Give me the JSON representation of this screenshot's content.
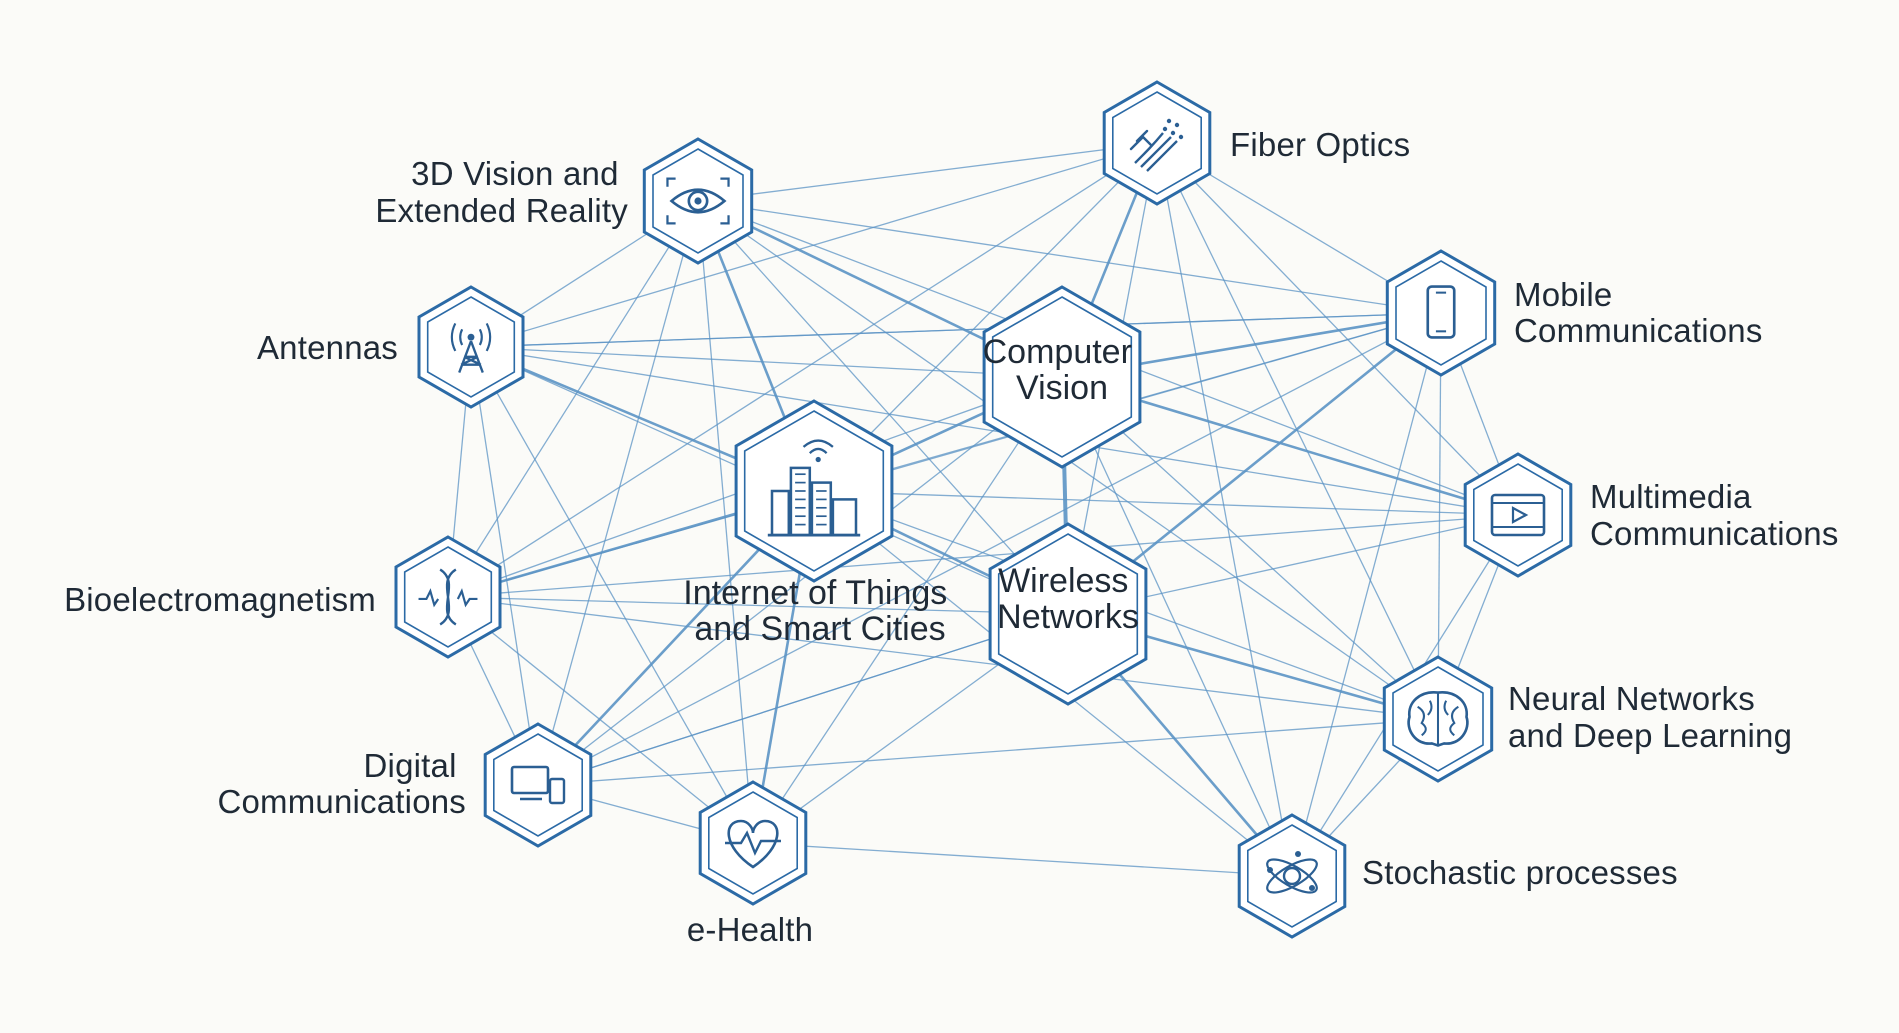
{
  "colors": {
    "background": "#fbfbf8",
    "hex_border": "#2b6aa6",
    "hex_fill": "#ffffff",
    "edge": "#5b93c4",
    "icon": "#2b5f93",
    "text": "#1f2a36"
  },
  "nodes": [
    {
      "id": "fiber",
      "icon": "fiber-optics-icon",
      "lines": [
        "Fiber Optics"
      ]
    },
    {
      "id": "vision3d",
      "icon": "eye-icon",
      "lines": [
        "3D Vision and",
        "Extended Reality"
      ]
    },
    {
      "id": "mobile",
      "icon": "mobile-phone-icon",
      "lines": [
        "Mobile",
        "Communications"
      ]
    },
    {
      "id": "antennas",
      "icon": "antenna-tower-icon",
      "lines": [
        "Antennas"
      ]
    },
    {
      "id": "cv",
      "icon": "",
      "lines": [
        "Computer",
        "Vision"
      ]
    },
    {
      "id": "iot",
      "icon": "smart-city-icon",
      "lines": [
        "Internet of Things",
        "and Smart Cities"
      ]
    },
    {
      "id": "multimedia",
      "icon": "video-player-icon",
      "lines": [
        "Multimedia",
        "Communications"
      ]
    },
    {
      "id": "bioem",
      "icon": "dna-helix-icon",
      "lines": [
        "Bioelectromagnetism"
      ]
    },
    {
      "id": "wireless",
      "icon": "",
      "lines": [
        "Wireless",
        "Networks"
      ]
    },
    {
      "id": "neural",
      "icon": "brain-icon",
      "lines": [
        "Neural Networks",
        "and Deep Learning"
      ]
    },
    {
      "id": "digital",
      "icon": "devices-icon",
      "lines": [
        "Digital",
        "Communications"
      ]
    },
    {
      "id": "ehealth",
      "icon": "heart-pulse-icon",
      "lines": [
        "e-Health"
      ]
    },
    {
      "id": "stochastic",
      "icon": "atom-icon",
      "lines": [
        "Stochastic processes"
      ]
    }
  ]
}
